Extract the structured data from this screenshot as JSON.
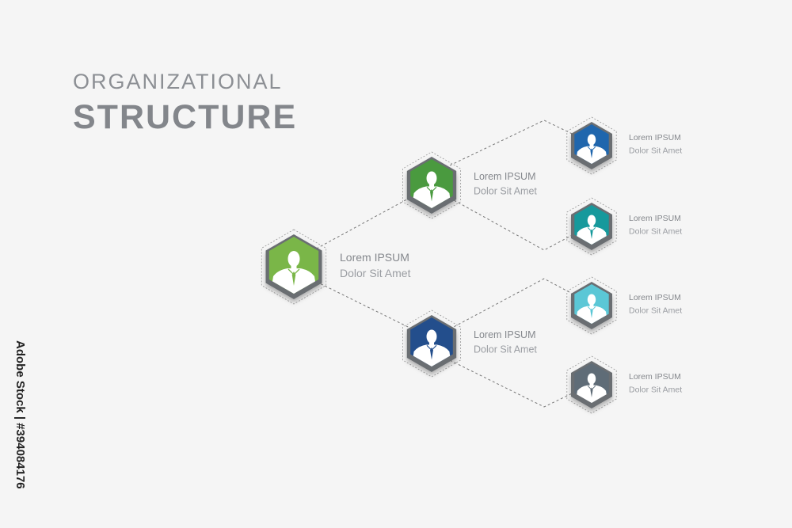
{
  "title": {
    "line1": "ORGANIZATIONAL",
    "line2": "STRUCTURE"
  },
  "watermark": "Adobe Stock | #394084176",
  "colors": {
    "background": "#f5f5f5",
    "connector": "#777777",
    "frame": "#6b6e72",
    "title": "#8c8f94",
    "label_title": "#85888d",
    "label_sub": "#9a9da2"
  },
  "nodes": [
    {
      "id": "root",
      "level": 0,
      "color": "#7ab648",
      "icon": "person-icon",
      "title": "Lorem IPSUM",
      "subtitle": "Dolor Sit Amet"
    },
    {
      "id": "mid-top",
      "level": 1,
      "color": "#4a9a3f",
      "icon": "person-icon",
      "title": "Lorem IPSUM",
      "subtitle": "Dolor Sit Amet"
    },
    {
      "id": "mid-bottom",
      "level": 1,
      "color": "#234e8c",
      "icon": "person-icon",
      "title": "Lorem IPSUM",
      "subtitle": "Dolor Sit Amet"
    },
    {
      "id": "leaf-1",
      "level": 2,
      "color": "#1f66ad",
      "icon": "person-icon",
      "title": "Lorem IPSUM",
      "subtitle": "Dolor Sit Amet"
    },
    {
      "id": "leaf-2",
      "level": 2,
      "color": "#16999c",
      "icon": "person-icon",
      "title": "Lorem IPSUM",
      "subtitle": "Dolor Sit Amet"
    },
    {
      "id": "leaf-3",
      "level": 2,
      "color": "#5bc7d6",
      "icon": "person-icon",
      "title": "Lorem IPSUM",
      "subtitle": "Dolor Sit Amet"
    },
    {
      "id": "leaf-4",
      "level": 2,
      "color": "#5f6c77",
      "icon": "person-icon",
      "title": "Lorem IPSUM",
      "subtitle": "Dolor Sit Amet"
    }
  ],
  "edges": [
    {
      "from": "root",
      "to": "mid-top"
    },
    {
      "from": "root",
      "to": "mid-bottom"
    },
    {
      "from": "mid-top",
      "to": "leaf-1"
    },
    {
      "from": "mid-top",
      "to": "leaf-2"
    },
    {
      "from": "mid-bottom",
      "to": "leaf-3"
    },
    {
      "from": "mid-bottom",
      "to": "leaf-4"
    }
  ]
}
